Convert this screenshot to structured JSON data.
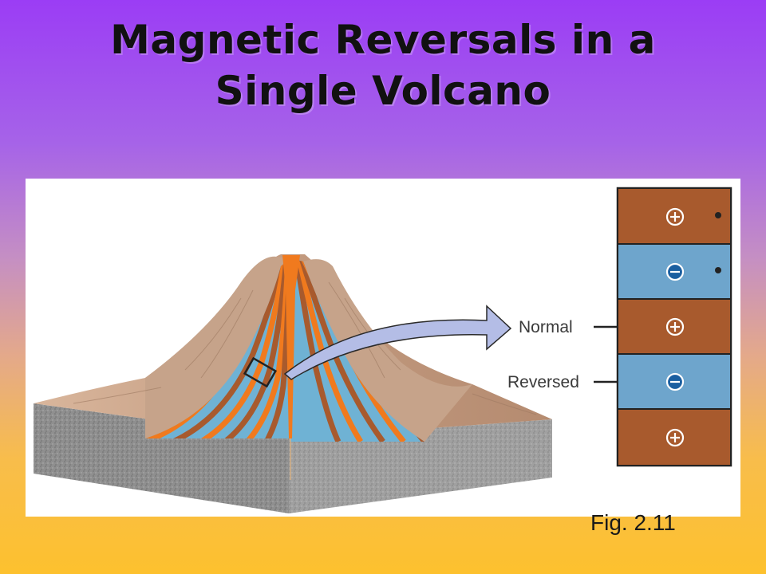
{
  "slide": {
    "title_line1": "Magnetic Reversals in a",
    "title_line2": "Single Volcano",
    "caption": "Fig. 2.11"
  },
  "diagram": {
    "labels": {
      "normal": "Normal",
      "reversed": "Reversed"
    },
    "polarity_column": [
      {
        "polarity": "normal",
        "symbol": "+"
      },
      {
        "polarity": "reversed",
        "symbol": "−"
      },
      {
        "polarity": "normal",
        "symbol": "+"
      },
      {
        "polarity": "reversed",
        "symbol": "−"
      },
      {
        "polarity": "normal",
        "symbol": "+"
      }
    ],
    "colors": {
      "normal_band": "#a85a2d",
      "reversed_band": "#6ea5cc",
      "magma": "#f07a1e",
      "lava_blue": "#6fb2d4",
      "rock_surface": "#c9a48a",
      "ground_side": "#8c8c8c",
      "arrow_fill": "#b4bde6"
    }
  }
}
